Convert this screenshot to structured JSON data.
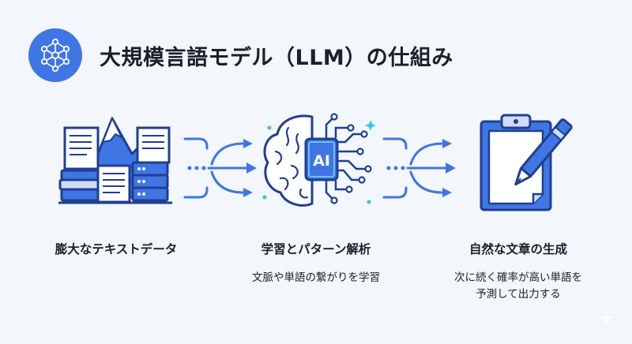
{
  "header": {
    "title": "大規模言語モデル（LLM）の仕組み",
    "icon": "neural-network-icon"
  },
  "colors": {
    "accent": "#3f76e4",
    "dark": "#1f3f91",
    "light": "#cfdcf5",
    "background": "#f3f6fa"
  },
  "steps": [
    {
      "label": "膨大なテキストデータ",
      "description": "",
      "icon": "data-stack-icon"
    },
    {
      "label": "学習とパターン解析",
      "description": "文脈や単語の繋がりを学習",
      "icon": "ai-brain-icon"
    },
    {
      "label": "自然な文章の生成",
      "description": "次に続く確率が高い単語を\n予測して出力する",
      "icon": "clipboard-pen-icon"
    }
  ]
}
